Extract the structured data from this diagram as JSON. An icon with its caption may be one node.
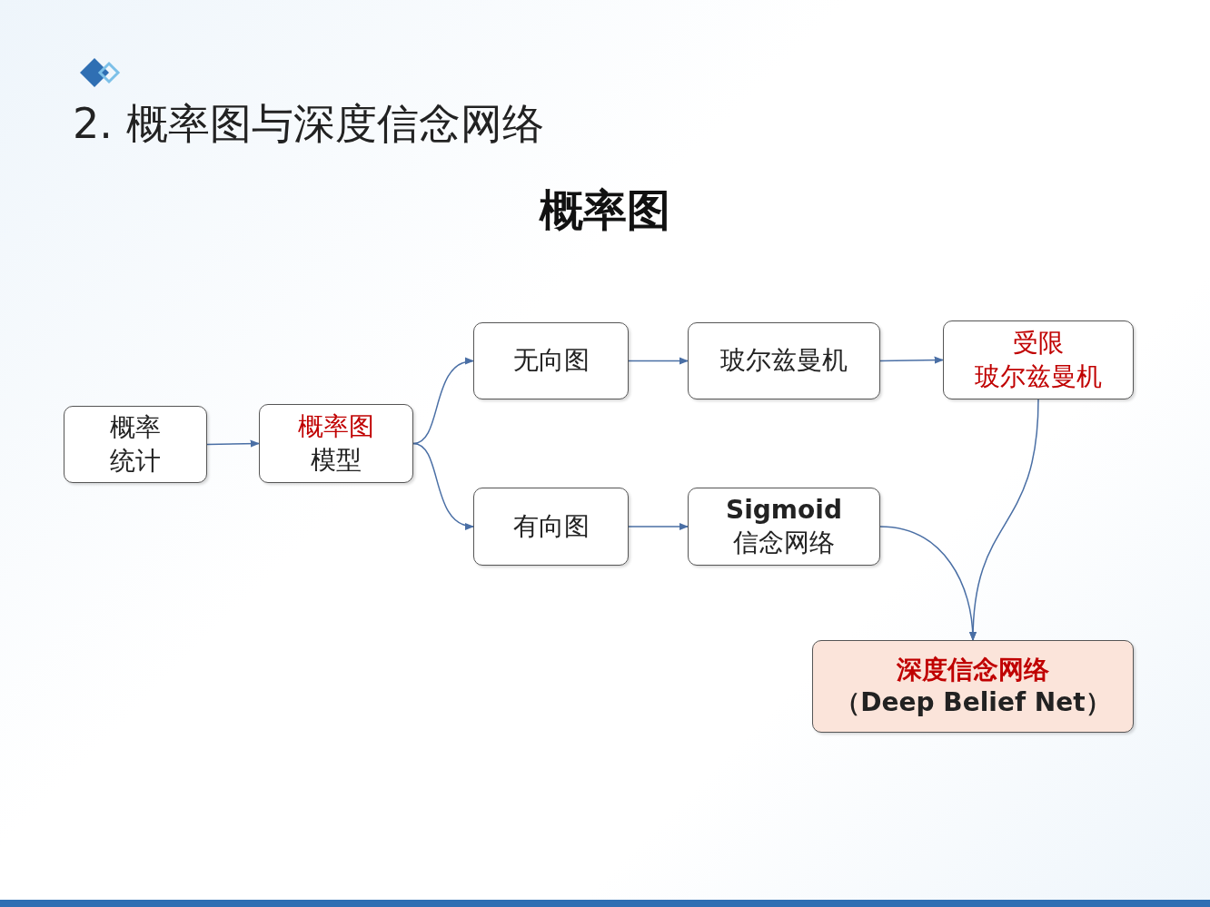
{
  "diagram": {
    "title": "2. 概率图与深度信念网络",
    "nodes": [
      {
        "text": [
          "概率统计"
        ]
      },
      {
        "text": [
          "概率图",
          "模型"
        ]
      },
      {
        "text": [
          "无向图"
        ]
      },
      {
        "text": [
          "玻尔兹曼机"
        ]
      },
      {
        "text": [
          "受限",
          "玻尔兹曼机"
        ]
      },
      {
        "text": [
          "有向图"
        ]
      },
      {
        "text": [
          "**Sigmoid** 信念网络"
        ]
      },
      {
        "text": [
          "深度信念网络",
          "（Deep Belief Net）"
        ]
      }
    ],
    "edges": [
      {
        "from": 0,
        "to": 1,
        "arrow": "to"
      },
      {
        "from": 1,
        "to": 2,
        "arrow": "to"
      },
      {
        "from": 1,
        "to": 5,
        "arrow": "to"
      },
      {
        "from": 2,
        "to": 3,
        "arrow": "to"
      },
      {
        "from": 3,
        "to": 4,
        "arrow": "to"
      },
      {
        "from": 5,
        "to": 6,
        "arrow": "to"
      },
      {
        "from": 4,
        "to": 7,
        "arrow": "to"
      },
      {
        "from": 6,
        "to": 7,
        "arrow": "to"
      }
    ],
    "labels": [
      "概率图"
    ]
  }
}
